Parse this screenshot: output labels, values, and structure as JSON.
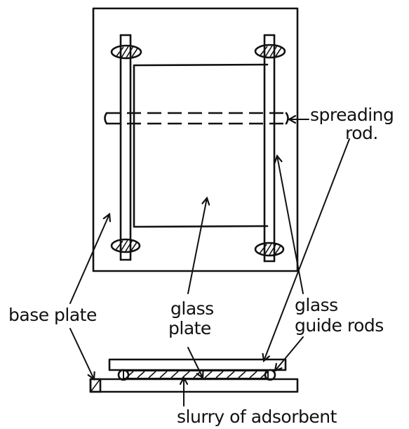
{
  "labels": {
    "spreading_rod_1": "spreading",
    "spreading_rod_2": "rod.",
    "base_plate": "base plate",
    "glass_plate_1": "glass",
    "glass_plate_2": "plate",
    "guide_rods_1": "glass",
    "guide_rods_2": "guide rods",
    "slurry": "slurry of adsorbent"
  }
}
